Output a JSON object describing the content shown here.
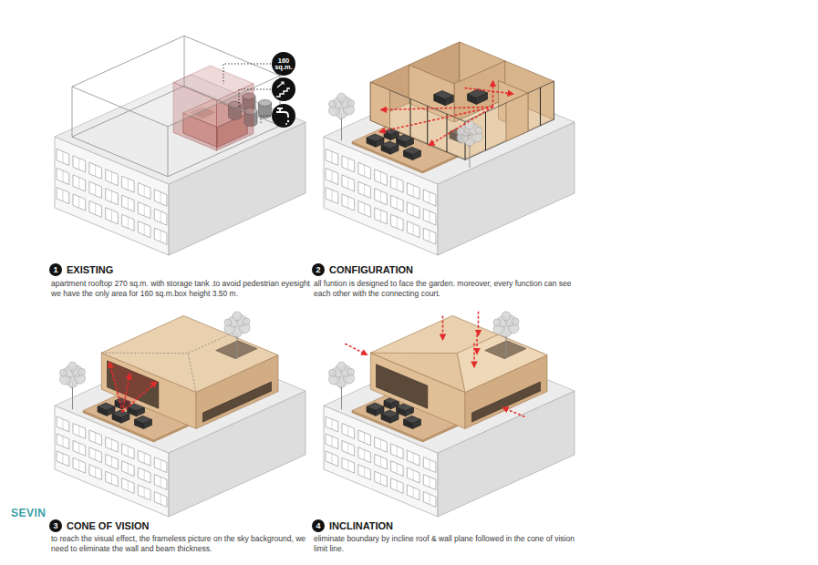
{
  "diagram": {
    "nodes": [
      {
        "text": [
          "160 sq.m."
        ]
      },
      {
        "text": [
          "1"
        ]
      },
      {
        "text": [
          "2"
        ]
      },
      {
        "text": [
          "3"
        ]
      },
      {
        "text": [
          "4"
        ]
      }
    ],
    "labels": [
      "EXISTING",
      "apartment rooftop 270 sq.m. with storage tank .to avoid pedestrian eyesight we have the only area for 160 sq.m.box height 3.50 m.",
      "CONFIGURATION",
      "all funtion is designed to face the garden. moreover, every function can see each other with the connecting court.",
      "CONE OF VISION",
      "to reach the visual effect, the frameless picture on the sky background, we need to eliminate the wall and beam thickness.",
      "INCLINATION",
      "eliminate boundary by incline roof & wall plane followed in the cone of vision limit line.",
      "SEVIN"
    ]
  }
}
